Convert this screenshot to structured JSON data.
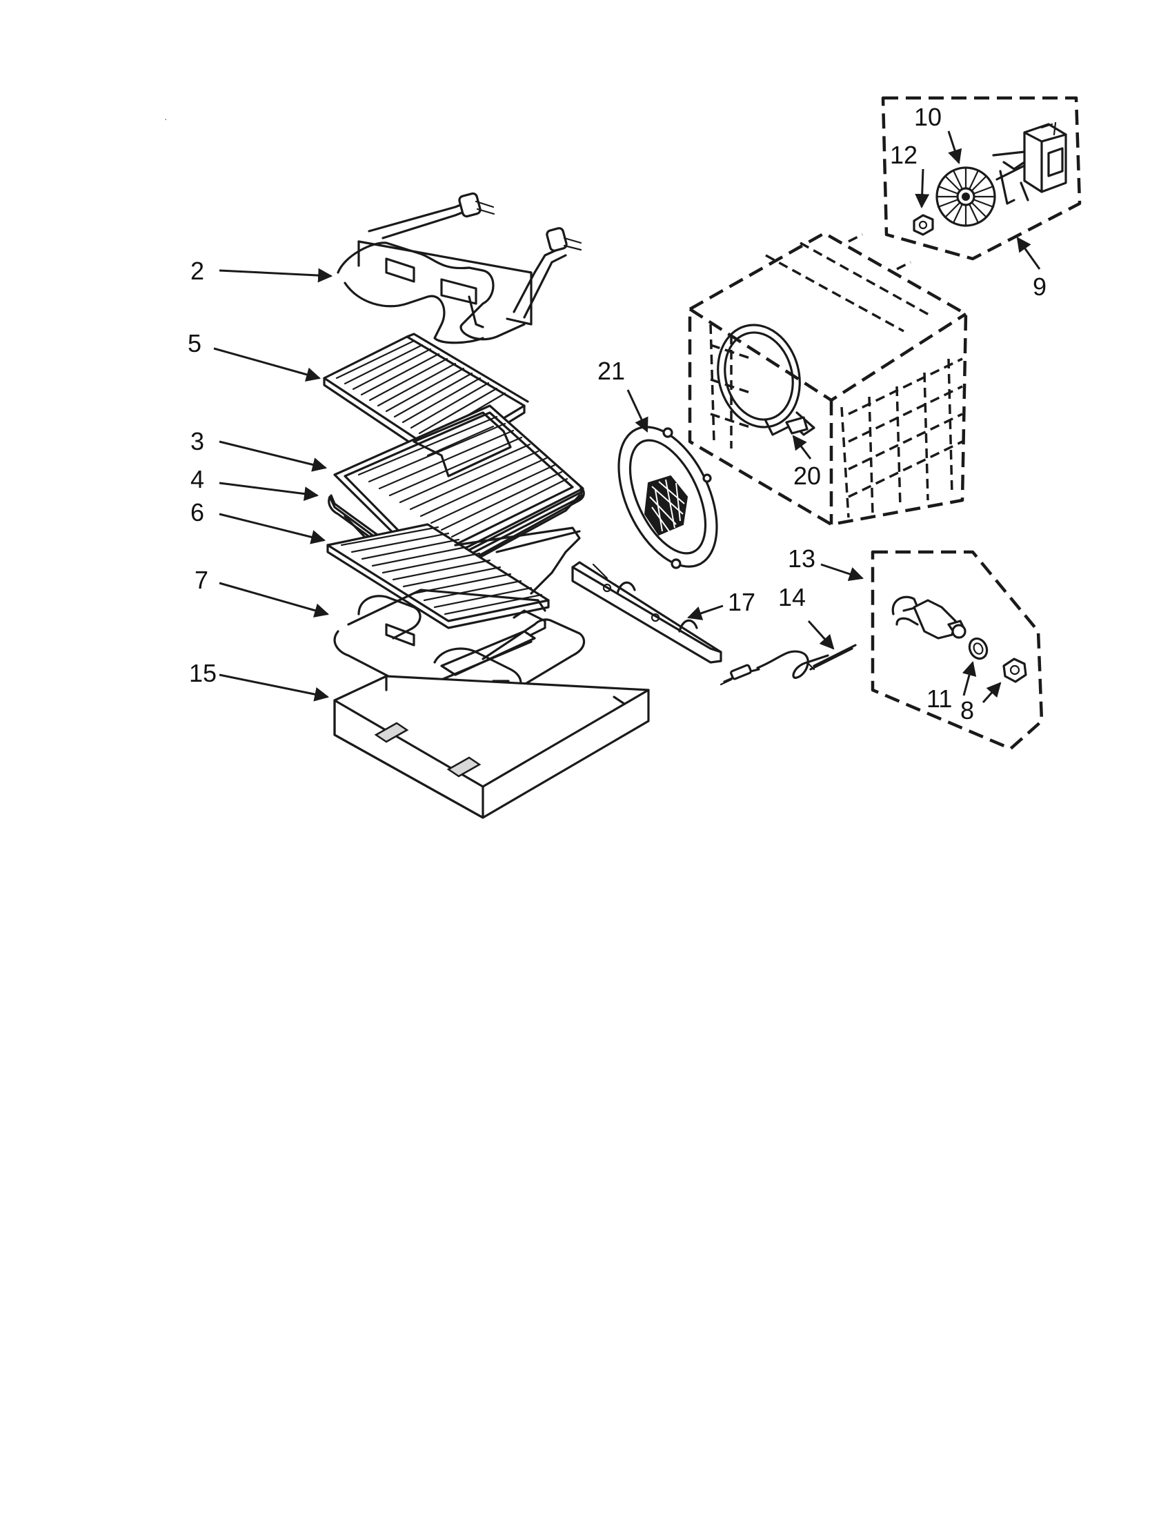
{
  "callouts": [
    {
      "id": "2",
      "label": "2"
    },
    {
      "id": "3",
      "label": "3"
    },
    {
      "id": "4",
      "label": "4"
    },
    {
      "id": "5",
      "label": "5"
    },
    {
      "id": "6",
      "label": "6"
    },
    {
      "id": "7",
      "label": "7"
    },
    {
      "id": "8",
      "label": "8"
    },
    {
      "id": "9",
      "label": "9"
    },
    {
      "id": "10",
      "label": "10"
    },
    {
      "id": "11",
      "label": "11"
    },
    {
      "id": "12",
      "label": "12"
    },
    {
      "id": "13",
      "label": "13"
    },
    {
      "id": "14",
      "label": "14"
    },
    {
      "id": "15",
      "label": "15"
    },
    {
      "id": "17",
      "label": "17"
    },
    {
      "id": "20",
      "label": "20"
    },
    {
      "id": "21",
      "label": "21"
    }
  ],
  "colors": {
    "line": "#1a1a1a",
    "background": "#ffffff"
  }
}
